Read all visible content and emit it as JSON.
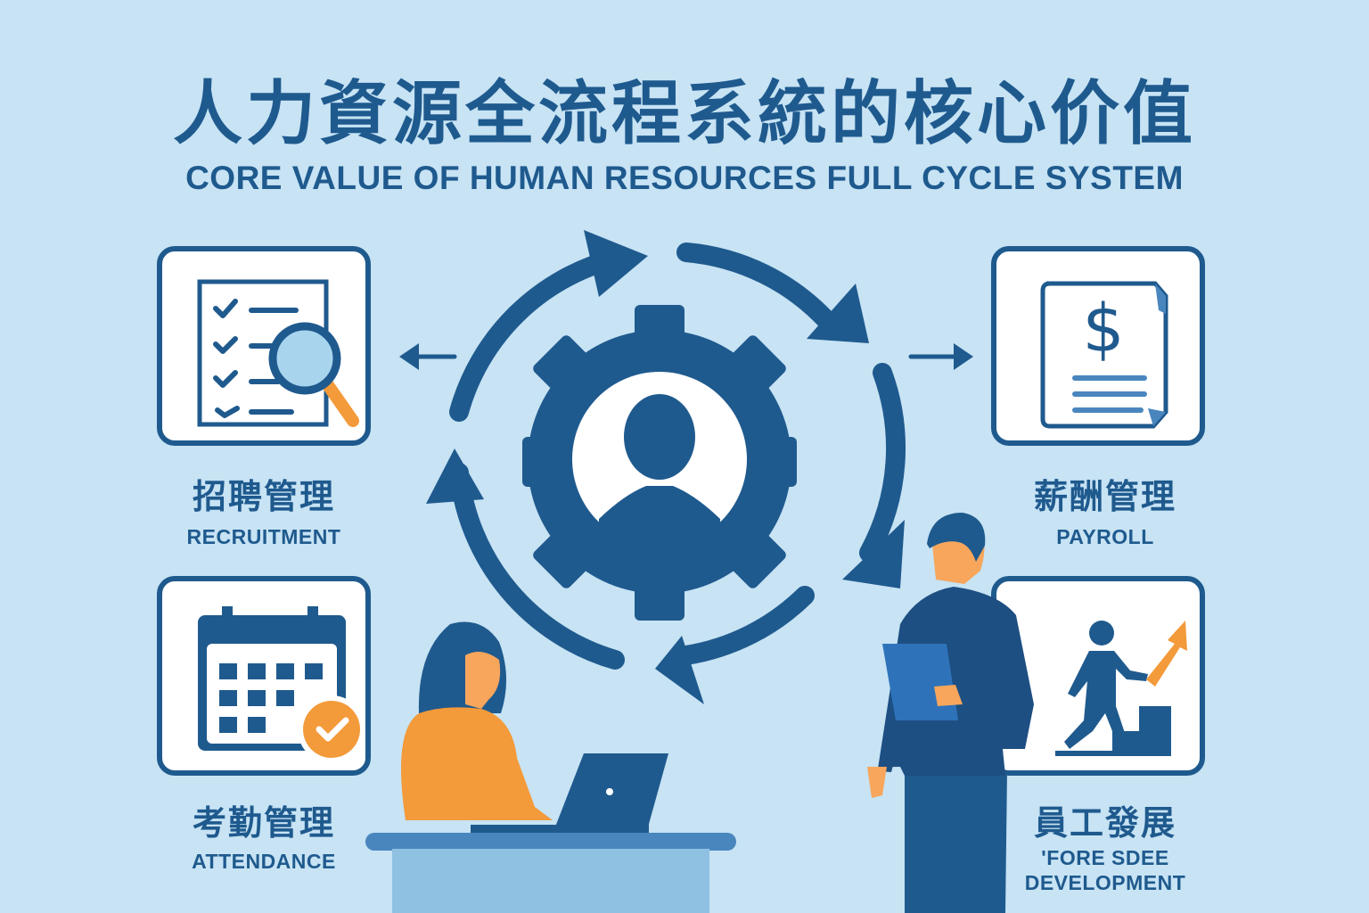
{
  "header": {
    "title_zh": "人力資源全流程系統的核心价值",
    "title_en": "CORE VALUE OF HUMAN RESOURCES FULL CYCLE SYSTEM"
  },
  "modules": [
    {
      "id": "recruitment",
      "label_zh": "招聘管理",
      "label_en": "RECRUITMENT",
      "icon": "checklist-magnifier-icon"
    },
    {
      "id": "payroll",
      "label_zh": "薪酬管理",
      "label_en": "PAYROLL",
      "icon": "dollar-document-icon"
    },
    {
      "id": "attendance",
      "label_zh": "考勤管理",
      "label_en": "ATTENDANCE",
      "icon": "calendar-check-icon"
    },
    {
      "id": "development",
      "label_zh": "員工發展",
      "label_en_line1": "'FORE SDEE",
      "label_en_line2": "DEVELOPMENT",
      "icon": "climbing-stairs-icon"
    }
  ],
  "center": {
    "icon": "gear-person-icon",
    "cycle": "circular-arrows-icon"
  },
  "colors": {
    "background": "#C7E3F4",
    "primary": "#1F5A8E",
    "accent": "#F39A3A",
    "light_blue": "#8FC1E3",
    "mid_blue": "#4A86BE"
  }
}
